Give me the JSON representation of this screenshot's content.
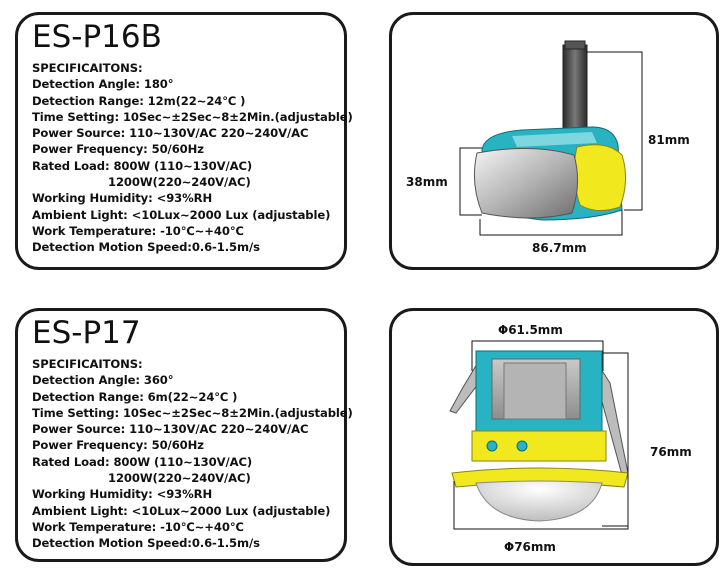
{
  "products": [
    {
      "model": "ES-P16B",
      "spec_heading": "SPECIFICAITONS:",
      "specs": [
        "Detection Angle: 180°",
        "Detection Range: 12m(22~24℃ )",
        "Time Setting: 10Sec~±2Sec~8±2Min.(adjustable)",
        "Power Source: 110~130V/AC  220~240V/AC",
        "Power Frequency: 50/60Hz",
        "Rated Load: 800W (110~130V/AC)",
        "1200W(220~240V/AC)",
        "Working Humidity: <93%RH",
        "Ambient Light: <10Lux~2000 Lux (adjustable)",
        "Work Temperature: -10℃~+40℃",
        "Detection Motion Speed:0.6-1.5m/s"
      ],
      "dims": {
        "height": "81mm",
        "side": "38mm",
        "width": "86.7mm"
      }
    },
    {
      "model": "ES-P17",
      "spec_heading": "SPECIFICAITONS:",
      "specs": [
        "Detection Angle: 360°",
        "Detection Range: 6m(22~24℃ )",
        "Time Setting: 10Sec~±2Sec~8±2Min.(adjustable)",
        "Power Source: 110~130V/AC  220~240V/AC",
        "Power Frequency: 50/60Hz",
        "Rated Load: 800W (110~130V/AC)",
        "1200W(220~240V/AC)",
        "Working Humidity: <93%RH",
        "Ambient Light: <10Lux~2000 Lux (adjustable)",
        "Work Temperature: -10℃~+40℃",
        "Detection Motion Speed:0.6-1.5m/s"
      ],
      "dims": {
        "top_diameter": "Φ61.5mm",
        "height": "76mm",
        "bottom_diameter": "Φ76mm"
      }
    }
  ],
  "colors": {
    "teal": "#27b3c2",
    "yellow": "#f2e81e",
    "border": "#1a1a1a"
  }
}
